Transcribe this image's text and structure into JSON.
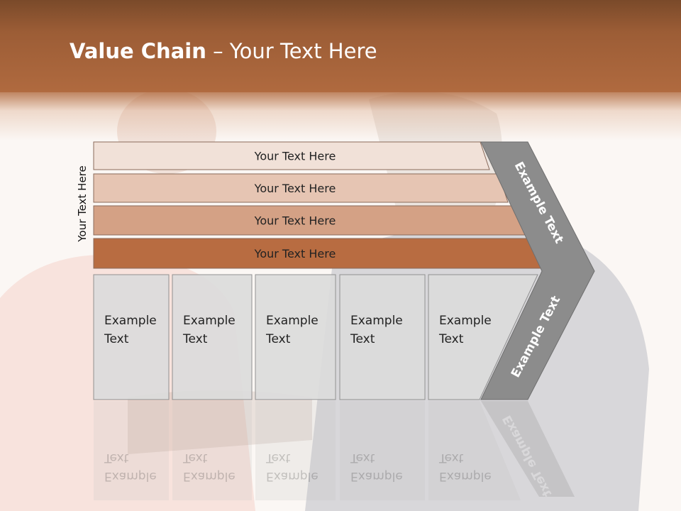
{
  "title": {
    "bold": "Value Chain",
    "rest": " – Your Text Here"
  },
  "side_label": "Your Text Here",
  "bars": [
    {
      "label": "Your Text Here",
      "color": "#f1e1d8"
    },
    {
      "label": "Your Text Here",
      "color": "#e6c5b3"
    },
    {
      "label": "Your Text Here",
      "color": "#d4a185"
    },
    {
      "label": "Your Text Here",
      "color": "#b86c41"
    }
  ],
  "boxes": [
    {
      "label": "Example\nText"
    },
    {
      "label": "Example\nText"
    },
    {
      "label": "Example\nText"
    },
    {
      "label": "Example\nText"
    },
    {
      "label": "Example\nText"
    }
  ],
  "arrow": {
    "upper_label": "Example Text",
    "lower_label": "Example Text",
    "color": "#8c8c8c"
  },
  "colors": {
    "header": "#9c5d36",
    "box_fill": "#dcdcdc",
    "box_border": "#8a8a8a"
  }
}
